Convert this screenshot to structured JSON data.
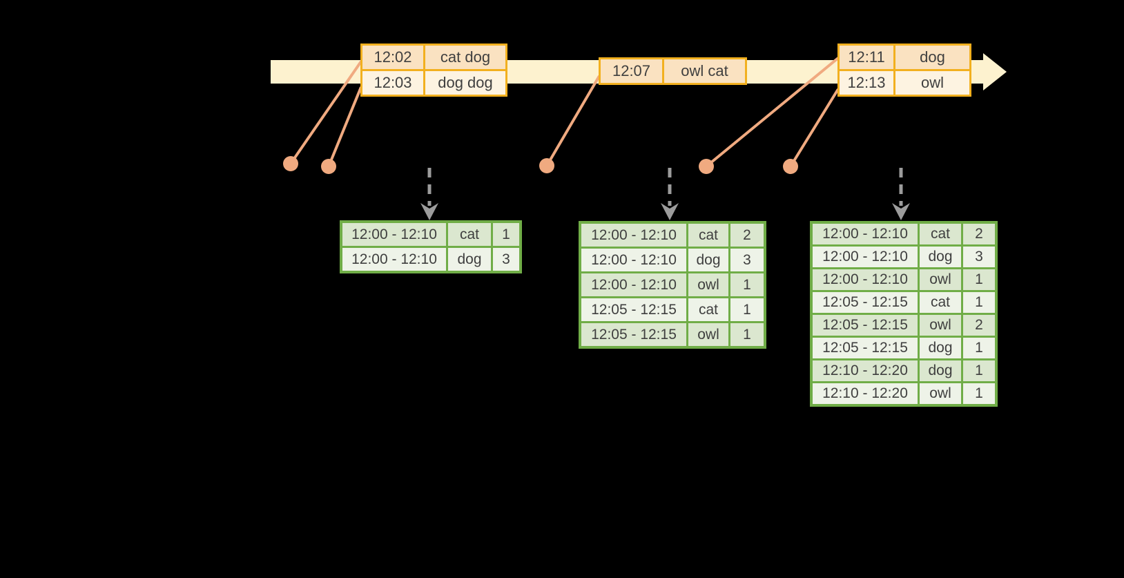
{
  "diagram": {
    "background": "#000000",
    "timeline": {
      "band_color": "#fdf2cf",
      "event_tables": [
        {
          "rows": [
            {
              "time": "12:02",
              "words": "cat dog"
            },
            {
              "time": "12:03",
              "words": "dog dog"
            }
          ]
        },
        {
          "rows": [
            {
              "time": "12:07",
              "words": "owl cat"
            }
          ]
        },
        {
          "rows": [
            {
              "time": "12:11",
              "words": "dog"
            },
            {
              "time": "12:13",
              "words": "owl"
            }
          ]
        }
      ]
    },
    "result_tables": [
      {
        "rows": [
          [
            "12:00 - 12:10",
            "cat",
            1
          ],
          [
            "12:00 - 12:10",
            "dog",
            3
          ]
        ]
      },
      {
        "rows": [
          [
            "12:00 - 12:10",
            "cat",
            2
          ],
          [
            "12:00 - 12:10",
            "dog",
            3
          ],
          [
            "12:00 - 12:10",
            "owl",
            1
          ],
          [
            "12:05 - 12:15",
            "cat",
            1
          ],
          [
            "12:05 - 12:15",
            "owl",
            1
          ]
        ]
      },
      {
        "rows": [
          [
            "12:00 - 12:10",
            "cat",
            2
          ],
          [
            "12:00 - 12:10",
            "dog",
            3
          ],
          [
            "12:00 - 12:10",
            "owl",
            1
          ],
          [
            "12:05 - 12:15",
            "cat",
            1
          ],
          [
            "12:05 - 12:15",
            "owl",
            2
          ],
          [
            "12:05 - 12:15",
            "dog",
            1
          ],
          [
            "12:10 - 12:20",
            "dog",
            1
          ],
          [
            "12:10 - 12:20",
            "owl",
            1
          ]
        ]
      }
    ],
    "colors": {
      "event_border": "#f2b01f",
      "event_row_dark": "#fae2c1",
      "event_row_light": "#fdf3e1",
      "result_border": "#70ad47",
      "result_row_dark": "#dbe7cf",
      "result_row_light": "#eef3e8",
      "dot_salmon": "#f0aa80",
      "trigger_gray": "#9c9c9c",
      "text": "#3f3f3f",
      "band": "#fdf2cf"
    }
  }
}
